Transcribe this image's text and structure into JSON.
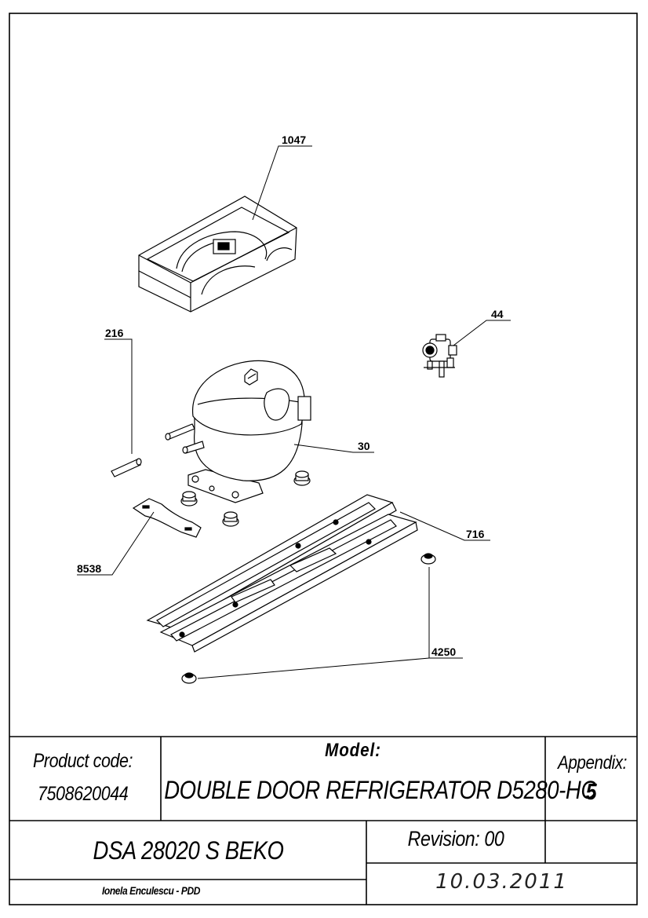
{
  "callouts": {
    "c1047": "1047",
    "c44": "44",
    "c216": "216",
    "c30": "30",
    "c716": "716",
    "c8538": "8538",
    "c4250": "4250"
  },
  "title_block": {
    "product_code_label": "Product code:",
    "product_code_value": "7508620044",
    "model_label": "Model:",
    "model_value": "DOUBLE DOOR REFRIGERATOR D5280-HC",
    "appendix_label": "Appendix:",
    "appendix_value": "5",
    "dsa": "DSA 28020 S BEKO",
    "revision": "Revision: 00",
    "author": "Ionela Enculescu - PDD",
    "date": "10.03.2011"
  }
}
